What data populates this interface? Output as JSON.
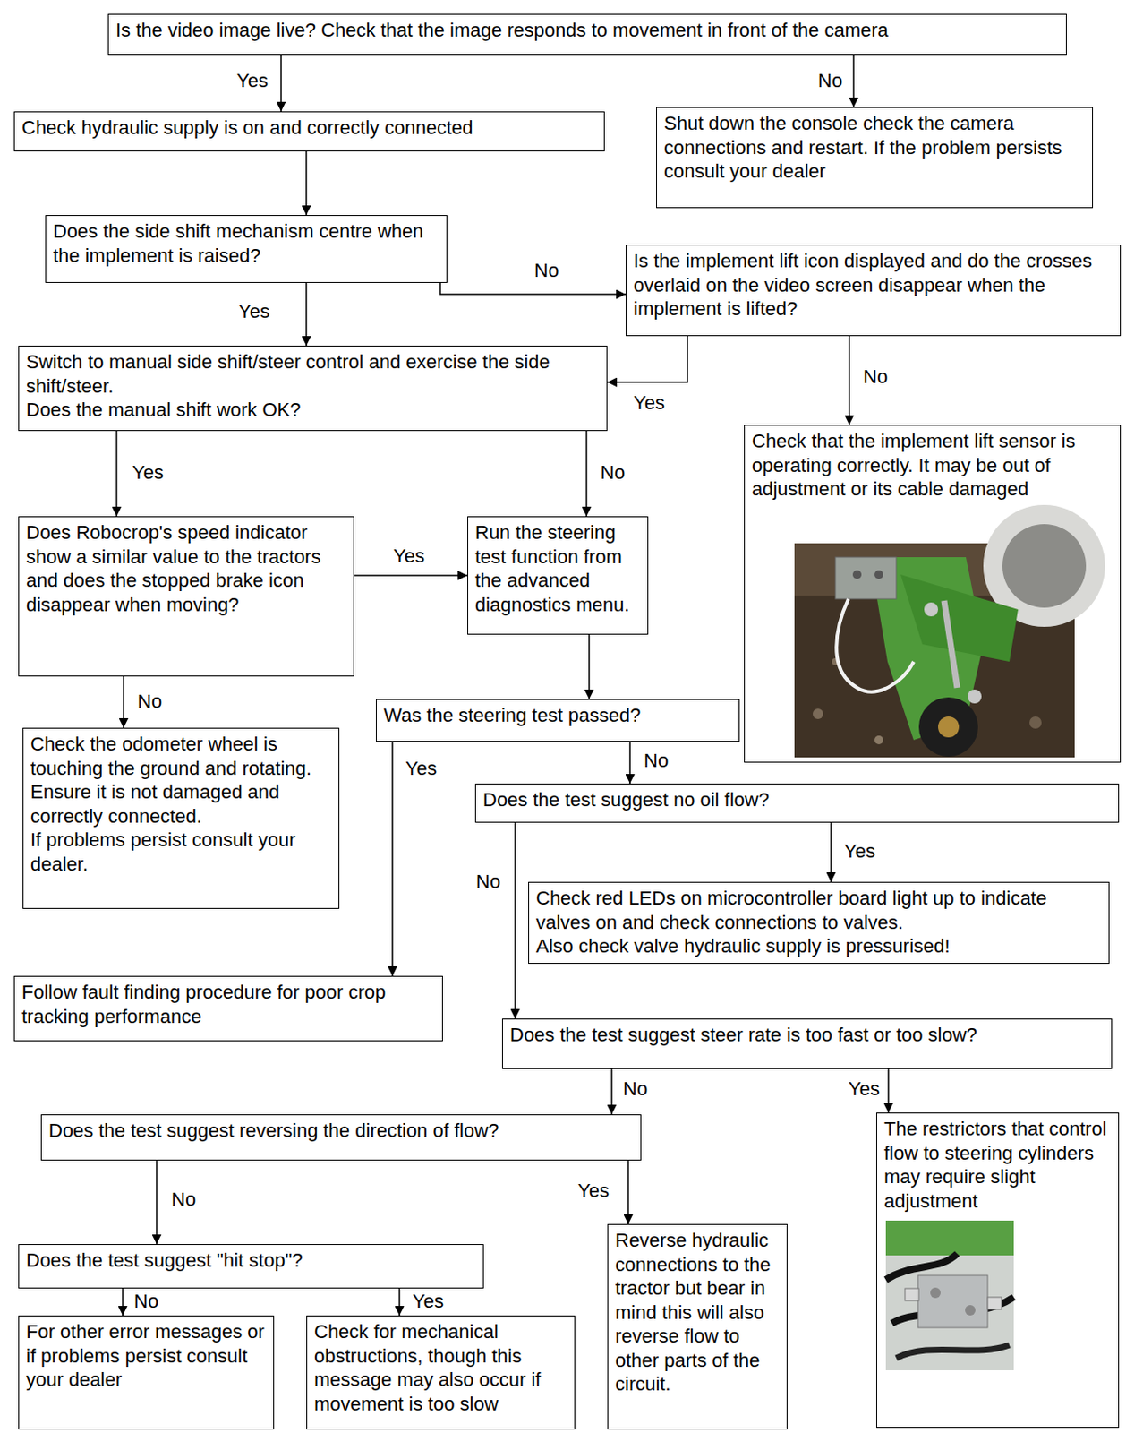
{
  "diagram": {
    "nodes": [
      {
        "text": [
          "Is the video image live? Check that the image responds to movement in front of the camera"
        ]
      },
      {
        "text": [
          "Check hydraulic supply is on and correctly connected"
        ]
      },
      {
        "text": [
          "Shut down the console check the camera connections and restart. If the problem persists consult your dealer"
        ]
      },
      {
        "text": [
          "Does the side shift mechanism centre when the implement is raised?"
        ]
      },
      {
        "text": [
          "Is the implement lift icon displayed and do the crosses overlaid on the video screen disappear when the implement is lifted?"
        ]
      },
      {
        "text": [
          "Switch to manual side shift/steer control and exercise the side shift/steer.",
          "Does the manual shift work OK?"
        ]
      },
      {
        "text": [
          "Check that the implement lift sensor is operating correctly. It may be out of adjustment or its cable damaged"
        ]
      },
      {
        "text": [
          "Does Robocrop's speed indicator show a similar value to the tractors and does the stopped brake icon disappear when moving?"
        ]
      },
      {
        "text": [
          "Run the steering test function from the advanced diagnostics menu."
        ]
      },
      {
        "text": [
          "Was the steering test passed?"
        ]
      },
      {
        "text": [
          "Does the test suggest no oil flow?"
        ]
      },
      {
        "text": [
          "Check the odometer wheel is touching the ground and rotating. Ensure it is not damaged and correctly connected.",
          "If problems persist consult your dealer."
        ]
      },
      {
        "text": [
          "Check red LEDs on microcontroller board light up to indicate valves on and check connections to valves.",
          "Also check valve hydraulic supply is pressurised!"
        ]
      },
      {
        "text": [
          "Follow fault finding procedure for poor crop tracking performance"
        ]
      },
      {
        "text": [
          "Does the test suggest steer rate is too fast or too slow?"
        ]
      },
      {
        "text": [
          "Does the test suggest reversing the direction of flow?"
        ]
      },
      {
        "text": [
          "The restrictors that control flow to steering cylinders may require slight adjustment"
        ]
      },
      {
        "text": [
          "Does the test suggest \"hit stop\"?"
        ]
      },
      {
        "text": [
          "Reverse hydraulic connections to the tractor but bear in mind this will also reverse flow to other parts of the circuit."
        ]
      },
      {
        "text": [
          "For other error messages or if problems persist consult your dealer"
        ]
      },
      {
        "text": [
          "Check for mechanical obstructions, though this message may also occur if movement is too slow"
        ]
      }
    ],
    "edges": [
      {
        "from": 0,
        "to": 1,
        "arrow": "to",
        "label": "Yes"
      },
      {
        "from": 0,
        "to": 2,
        "arrow": "to",
        "label": "No"
      },
      {
        "from": 1,
        "to": 3,
        "arrow": "to"
      },
      {
        "from": 3,
        "to": 5,
        "arrow": "to",
        "label": "Yes"
      },
      {
        "from": 3,
        "to": 4,
        "arrow": "to",
        "label": "No"
      },
      {
        "from": 4,
        "to": 5,
        "arrow": "to",
        "label": "Yes"
      },
      {
        "from": 4,
        "to": 6,
        "arrow": "to",
        "label": "No"
      },
      {
        "from": 5,
        "to": 7,
        "arrow": "to",
        "label": "Yes"
      },
      {
        "from": 5,
        "to": 8,
        "arrow": "to",
        "label": "No"
      },
      {
        "from": 7,
        "to": 8,
        "arrow": "to",
        "label": "Yes"
      },
      {
        "from": 7,
        "to": 11,
        "arrow": "to",
        "label": "No"
      },
      {
        "from": 8,
        "to": 9,
        "arrow": "to"
      },
      {
        "from": 9,
        "to": 13,
        "arrow": "to",
        "label": "Yes"
      },
      {
        "from": 9,
        "to": 10,
        "arrow": "to",
        "label": "No"
      },
      {
        "from": 10,
        "to": 12,
        "arrow": "to",
        "label": "Yes"
      },
      {
        "from": 10,
        "to": 14,
        "arrow": "to",
        "label": "No"
      },
      {
        "from": 14,
        "to": 16,
        "arrow": "to",
        "label": "Yes"
      },
      {
        "from": 14,
        "to": 15,
        "arrow": "to",
        "label": "No"
      },
      {
        "from": 15,
        "to": 18,
        "arrow": "to",
        "label": "Yes"
      },
      {
        "from": 15,
        "to": 17,
        "arrow": "to",
        "label": "No"
      },
      {
        "from": 17,
        "to": 19,
        "arrow": "to",
        "label": "No"
      },
      {
        "from": 17,
        "to": 20,
        "arrow": "to",
        "label": "Yes"
      }
    ]
  }
}
